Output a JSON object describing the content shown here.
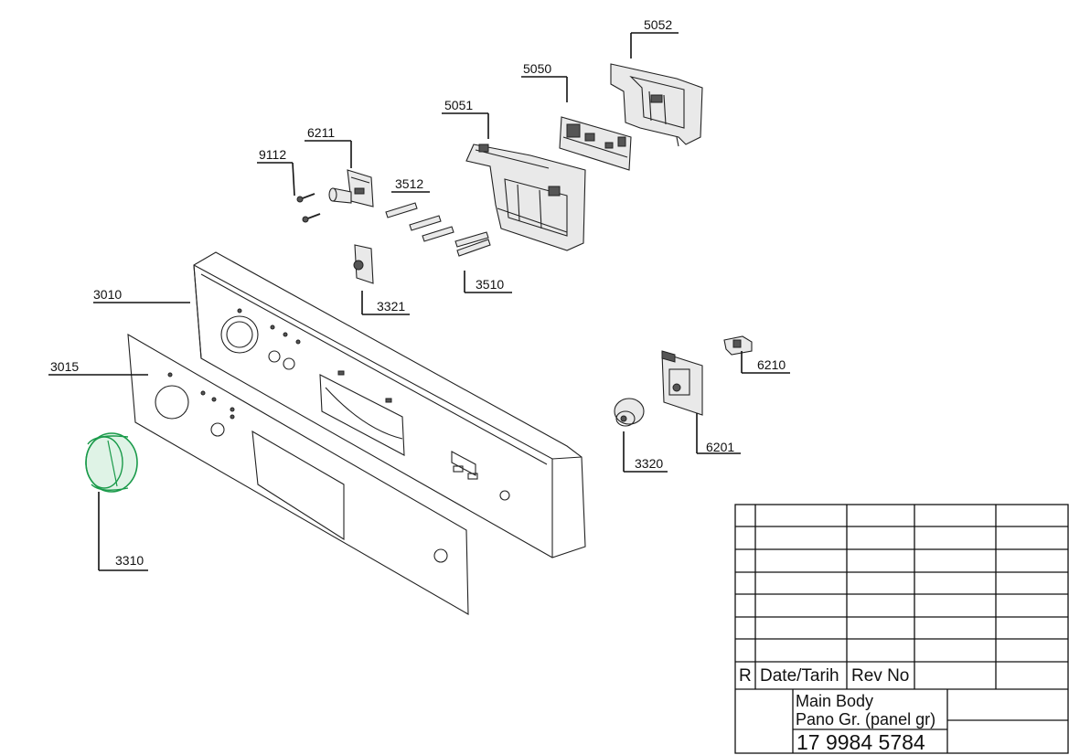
{
  "parts": {
    "p5052": "5052",
    "p5050": "5050",
    "p5051": "5051",
    "p6211": "6211",
    "p9112": "9112",
    "p3512": "3512",
    "p3010": "3010",
    "p3321": "3321",
    "p3510": "3510",
    "p3015": "3015",
    "p6210": "6210",
    "p3320": "3320",
    "p6201": "6201",
    "p3310": "3310"
  },
  "title_block": {
    "rev_letter": "R",
    "date_label": "Date/Tarih",
    "rev_no_label": "Rev No",
    "description_line1": "Main Body",
    "description_line2": "Pano Gr. (panel gr)",
    "part_number": "17 9984 5784"
  },
  "colors": {
    "highlight": "#1a9a4a",
    "line": "#222222"
  }
}
